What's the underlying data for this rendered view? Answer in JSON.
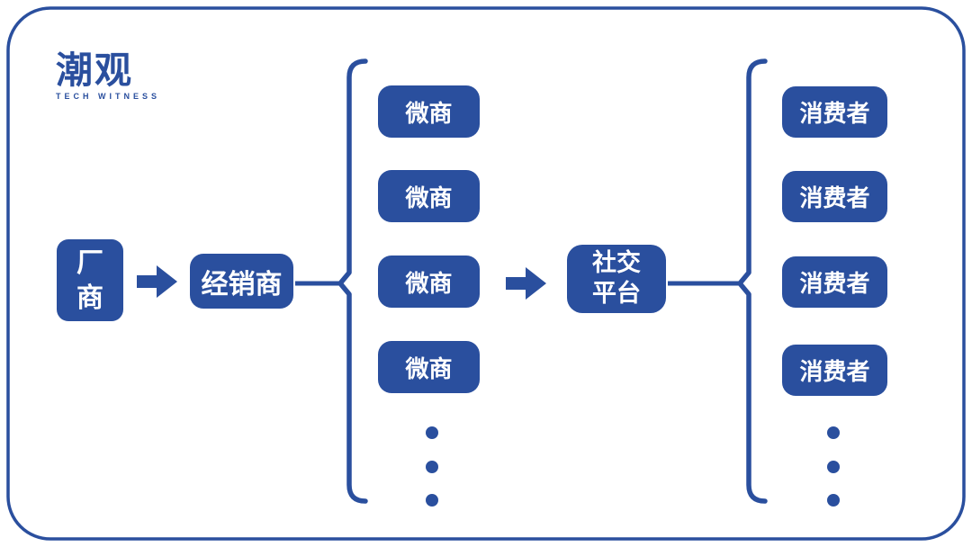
{
  "brand": {
    "name": "潮观",
    "tagline": "TECH WITNESS"
  },
  "colors": {
    "primary": "#2a4f9e",
    "node_text": "#ffffff",
    "background": "#ffffff"
  },
  "flow": {
    "manufacturer": {
      "line1": "厂",
      "line2": "商"
    },
    "distributor": {
      "label": "经销商"
    },
    "micro_merchants": [
      {
        "label": "微商"
      },
      {
        "label": "微商"
      },
      {
        "label": "微商"
      },
      {
        "label": "微商"
      }
    ],
    "social_platform": {
      "line1": "社交",
      "line2": "平台"
    },
    "consumers": [
      {
        "label": "消费者"
      },
      {
        "label": "消费者"
      },
      {
        "label": "消费者"
      },
      {
        "label": "消费者"
      }
    ],
    "ellipsis_dots_per_column": 3
  }
}
